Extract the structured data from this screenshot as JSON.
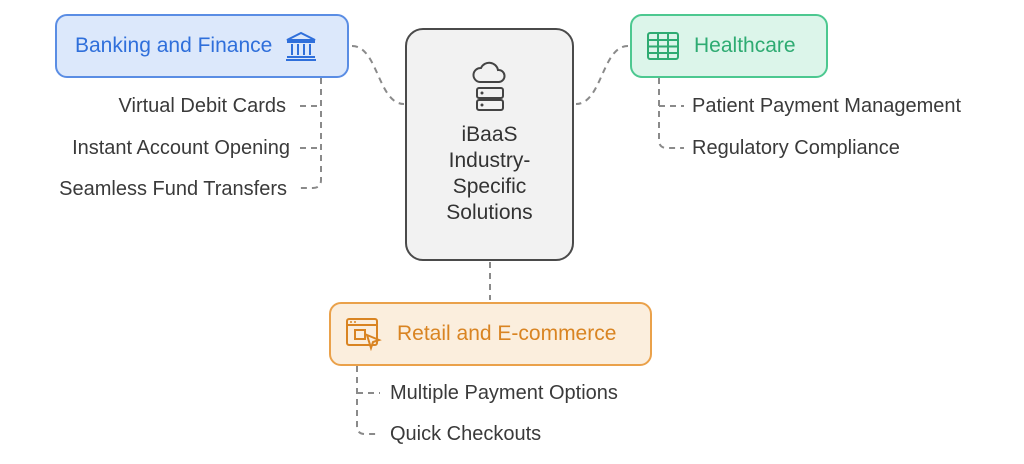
{
  "center": {
    "title_lines": [
      "iBaaS",
      "Industry-",
      "Specific",
      "Solutions"
    ]
  },
  "banking": {
    "label": "Banking and Finance",
    "icon": "bank-icon",
    "color": "#2f6fdb",
    "items": [
      "Virtual Debit Cards",
      "Instant Account Opening",
      "Seamless Fund Transfers"
    ]
  },
  "healthcare": {
    "label": "Healthcare",
    "icon": "table-grid-icon",
    "color": "#2eab72",
    "items": [
      "Patient Payment Management",
      "Regulatory Compliance"
    ]
  },
  "retail": {
    "label": "Retail and E-commerce",
    "icon": "web-cursor-icon",
    "color": "#d98422",
    "items": [
      "Multiple Payment Options",
      "Quick Checkouts"
    ]
  }
}
